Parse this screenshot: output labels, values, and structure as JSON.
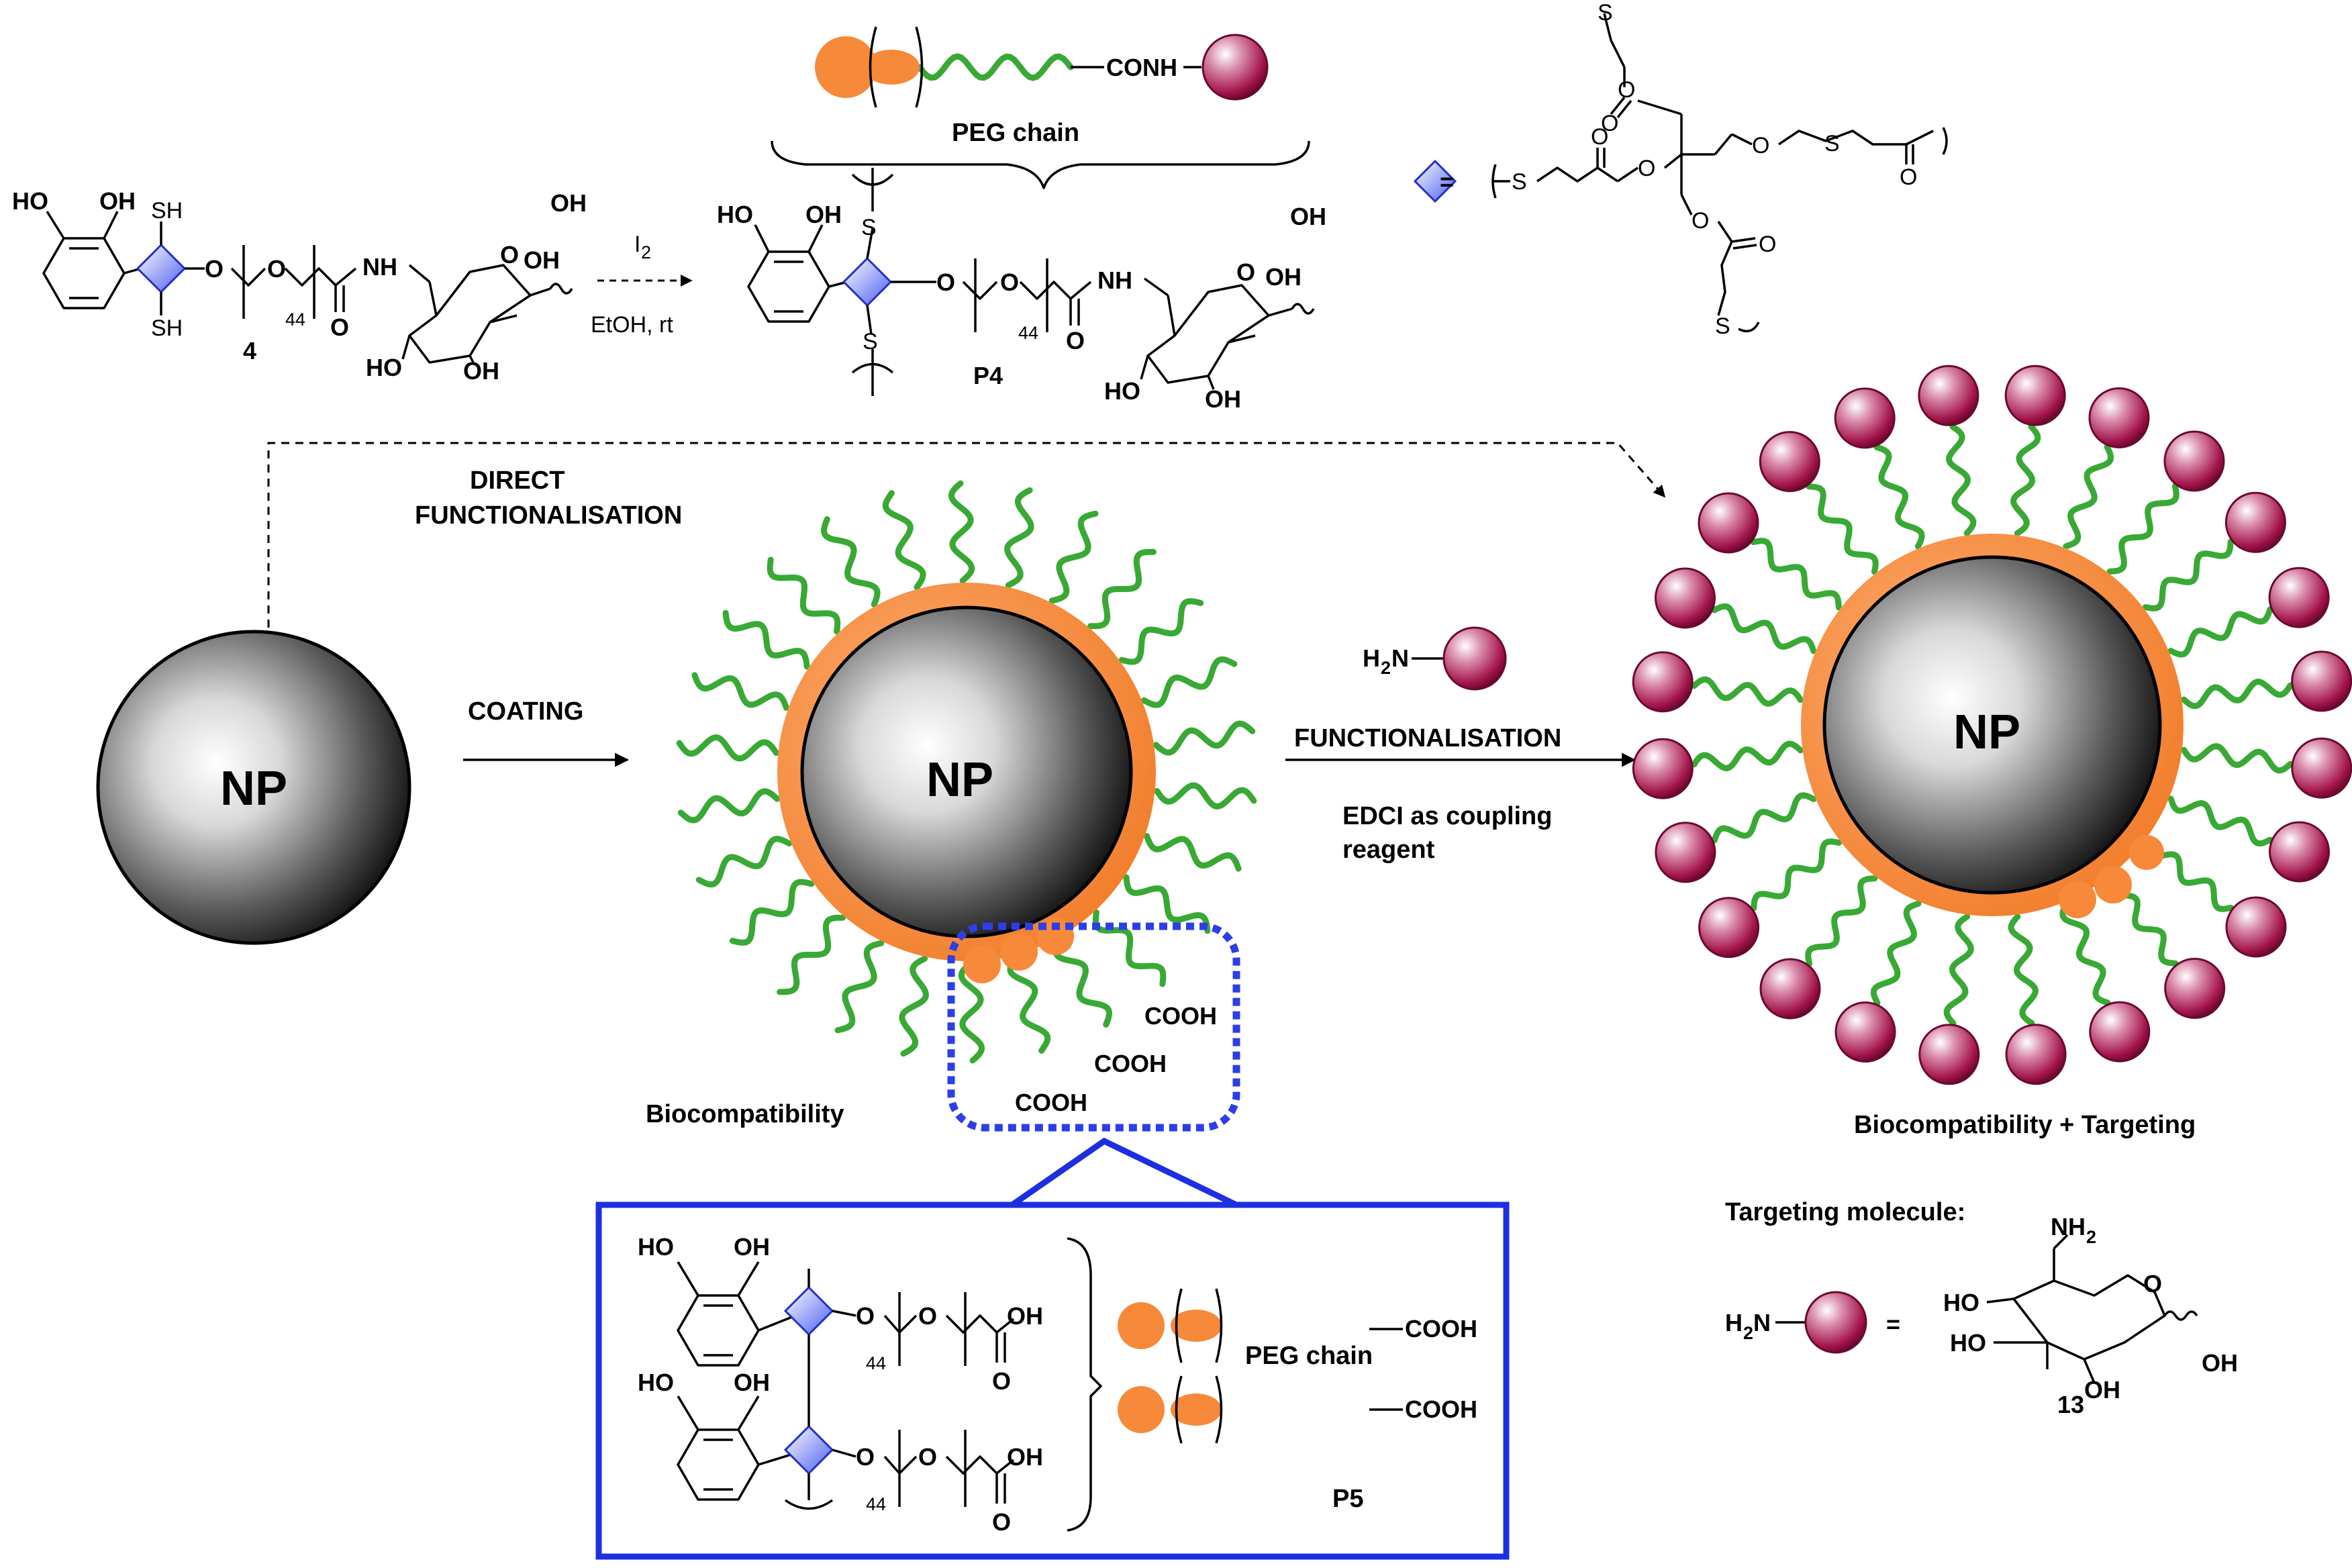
{
  "colors": {
    "peg_green": "#39a935",
    "coating_orange": "#f7893a",
    "ligand_maroon": "#a3144a",
    "linker_blue": "#5b6cf0",
    "dashed_box_blue": "#2d3ee8",
    "frame_blue": "#1e2fe0"
  },
  "nanoparticle": {
    "label": "NP"
  },
  "steps": {
    "direct": "DIRECT",
    "direct2": "FUNCTIONALISATION",
    "coating": "COATING",
    "functionalisation": "FUNCTIONALISATION",
    "edci1": "EDCI as coupling",
    "edci2": "reagent"
  },
  "properties": {
    "bio": "Biocompatibility",
    "bio_target": "Biocompatibility  + Targeting"
  },
  "reaction": {
    "reagent_base": "I",
    "reagent_sub": "2",
    "conditions": "EtOH, rt"
  },
  "compounds": {
    "c4": "4",
    "p4": "P4",
    "p5": "P5",
    "c13": "13",
    "peg_chain": "PEG chain",
    "targeting": "Targeting molecule:"
  },
  "groups": {
    "ho": "HO",
    "oh": "OH",
    "sh": "SH",
    "nh": "NH",
    "conh": "CONH",
    "cooh": "COOH",
    "h2n_h": "H",
    "h2n_2": "2",
    "h2n_n": "N",
    "nh2_nh": "NH",
    "nh2_2": "2",
    "o": "O",
    "s": "S",
    "n44": "44",
    "equals": "="
  }
}
